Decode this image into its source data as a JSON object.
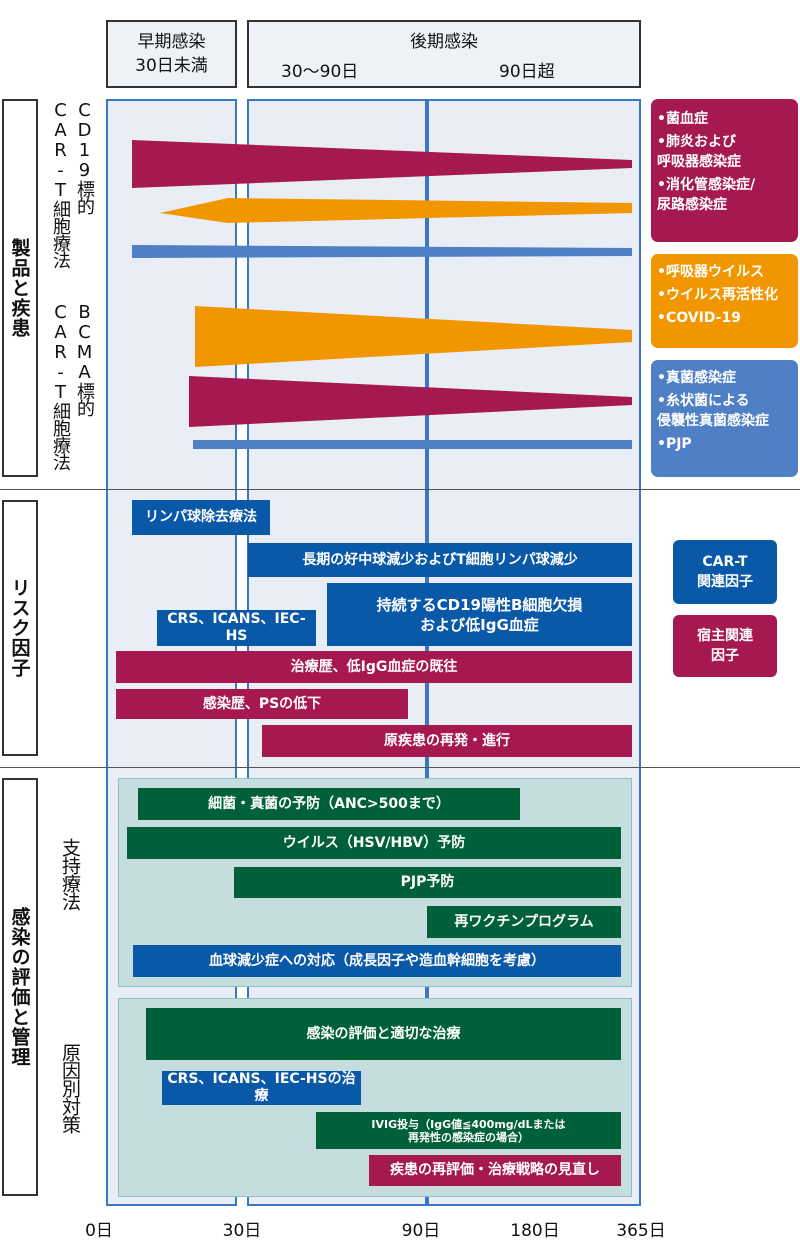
{
  "header": {
    "early": [
      "早期感染",
      "30日未満"
    ],
    "late": "後期感染",
    "late_sub1": "30〜90日",
    "late_sub2": "90日超"
  },
  "sections": {
    "products": "製品と疾患",
    "risk": "リスク因子",
    "management": "感染の評価と管理"
  },
  "products": {
    "cd19": [
      "CD19標的",
      "CAR-T細胞療法"
    ],
    "bcma": [
      "BCMA標的",
      "CAR-T細胞療法"
    ]
  },
  "legend_infections": {
    "bacterial": {
      "color": "#a51850",
      "items": [
        "•菌血症",
        "•肺炎および\n 呼吸器感染症",
        "•消化管感染症/\n 尿路感染症"
      ]
    },
    "viral": {
      "color": "#f29600",
      "items": [
        "•呼吸器ウイルス",
        "•ウイルス再活性化",
        "•COVID-19"
      ]
    },
    "fungal": {
      "color": "#4f7fc4",
      "items": [
        "•真菌感染症",
        "•糸状菌による\n 侵襲性真菌感染症",
        "•PJP"
      ]
    }
  },
  "risk_factors": [
    "リンパ球除去療法",
    "長期の好中球減少およびT細胞リンパ球減少",
    "CRS、ICANS、IEC-HS",
    "持続するCD19陽性B細胞欠損\nおよび低IgG血症",
    "治療歴、低IgG血症の既往",
    "感染歴、PSの低下",
    "原疾患の再発・進行"
  ],
  "risk_legend": {
    "cart": "CAR-T\n関連因子",
    "host": "宿主関連\n因子",
    "cart_color": "#0a58a8",
    "host_color": "#a51850"
  },
  "management": {
    "supportive_label": "支持療法",
    "cause_label": "原因別対策",
    "supportive": [
      "細菌・真菌の予防（ANC>500まで）",
      "ウイルス（HSV/HBV）予防",
      "PJP予防",
      "再ワクチンプログラム",
      "血球減少症への対応（成長因子や造血幹細胞を考慮）"
    ],
    "cause": [
      "感染の評価と適切な治療",
      "CRS、ICANS、IEC-HSの治療",
      "IVIG投与（IgG値≦400mg/dLまたは\n再発性の感染症の場合）",
      "疾患の再評価・治療戦略の見直し"
    ]
  },
  "axis": [
    "0日",
    "30日",
    "90日",
    "180日",
    "365日"
  ]
}
